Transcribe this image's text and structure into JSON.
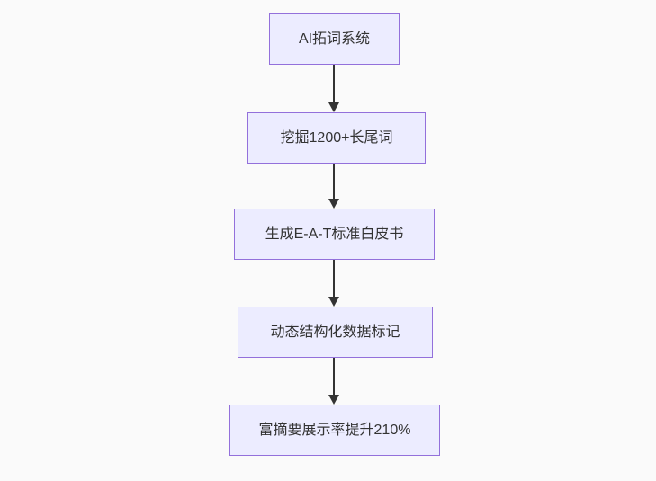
{
  "colors": {
    "node_fill": "#ECECFF",
    "node_border": "#9370DB",
    "node_text": "#333333",
    "arrow": "#333333",
    "background": "#fafafa"
  },
  "flowchart": {
    "type": "flowchart",
    "direction": "top-down",
    "nodes": [
      {
        "id": "A",
        "label": "AI拓词系统"
      },
      {
        "id": "B",
        "label": "挖掘1200+长尾词"
      },
      {
        "id": "C",
        "label": "生成E-A-T标准白皮书"
      },
      {
        "id": "D",
        "label": "动态结构化数据标记"
      },
      {
        "id": "E",
        "label": "富摘要展示率提升210%"
      }
    ],
    "edges": [
      {
        "from": "A",
        "to": "B",
        "from_label": "AI拓词系统",
        "to_label": "挖掘1200+长尾词"
      },
      {
        "from": "B",
        "to": "C",
        "from_label": "挖掘1200+长尾词",
        "to_label": "生成E-A-T标准白皮书"
      },
      {
        "from": "C",
        "to": "D",
        "from_label": "生成E-A-T标准白皮书",
        "to_label": "动态结构化数据标记"
      },
      {
        "from": "D",
        "to": "E",
        "from_label": "动态结构化数据标记",
        "to_label": "富摘要展示率提升210%"
      }
    ]
  }
}
